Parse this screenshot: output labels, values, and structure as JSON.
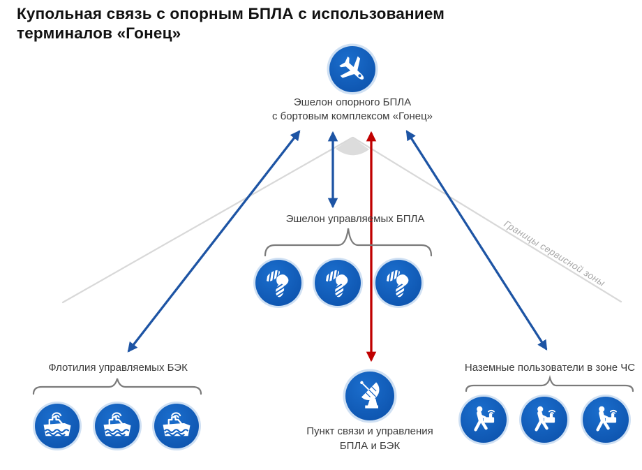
{
  "title": {
    "line1": "Купольная связь с опорным БПЛА с использованием",
    "line2": "терминалов «Гонец»"
  },
  "nodes": {
    "relay_uav": {
      "label_line1": "Эшелон опорного БПЛА",
      "label_line2": "с бортовым комплексом «Гонец»",
      "icon": "uav-airplane-icon",
      "count": 1
    },
    "controlled_uavs": {
      "label": "Эшелон управляемых БПЛА",
      "icon": "quadcopter-drone-icon",
      "count": 3
    },
    "boat_flotilla": {
      "label": "Флотилия управляемых БЭК",
      "icon": "unmanned-boat-icon",
      "count": 3
    },
    "control_station": {
      "label_line1": "Пункт связи и управления",
      "label_line2": "БПЛА и БЭК",
      "icon": "satellite-dish-icon",
      "count": 1
    },
    "ground_users": {
      "label": "Наземные пользователи в зоне ЧС",
      "icon": "person-with-terminal-icon",
      "count": 3
    }
  },
  "service_zone": {
    "label": "Границы сервисной зоны"
  },
  "colors": {
    "node_blue": "#1160c2",
    "node_halo": "#cfe0f3",
    "arrow_blue": "#1d54a4",
    "arrow_red": "#c00000",
    "zone_gray": "#d8d8d8",
    "beam_gray": "#dcdcdc",
    "brace_gray": "#7a7a7a",
    "label_gray": "#3a3a3a",
    "title_black": "#111111"
  }
}
